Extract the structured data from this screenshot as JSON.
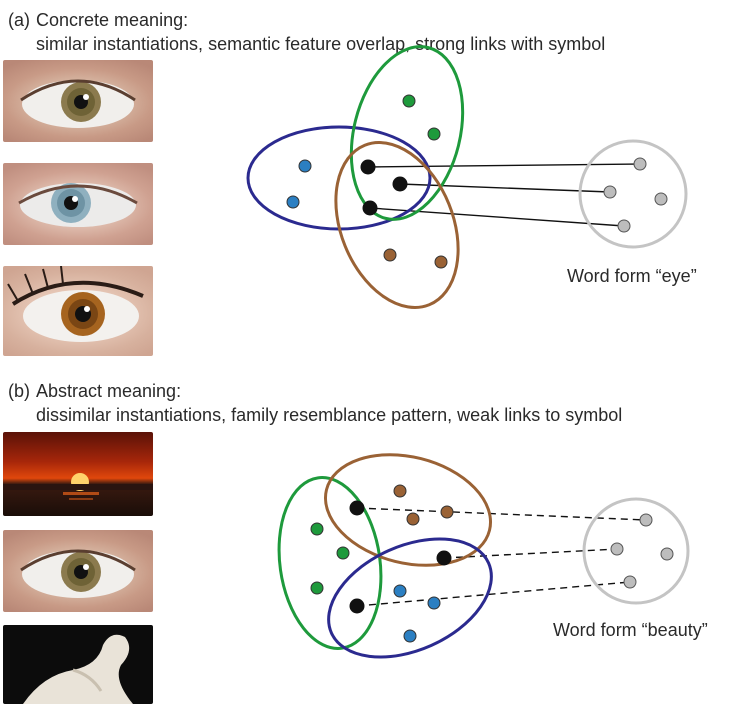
{
  "panel_a": {
    "label": "(a)",
    "title": "Concrete meaning:",
    "subtitle": "similar instantiations, semantic feature overlap, strong links with symbol",
    "word_form": "Word form “eye”",
    "images": [
      "eye photo",
      "blue eye photo",
      "brown eye photo"
    ]
  },
  "panel_b": {
    "label": "(b)",
    "title": "Abstract meaning:",
    "subtitle": "dissimilar instantiations, family resemblance pattern, weak links to symbol",
    "word_form": "Word form “beauty”",
    "images": [
      "sunset photo",
      "eye photo",
      "sculpture photo"
    ]
  },
  "colors": {
    "green": "#1e9a3c",
    "blue_ring": "#2b2a8f",
    "brown": "#9a6235",
    "dot_blue": "#2b7fc2",
    "dot_gray": "#bdbdbd",
    "ring_gray": "#c4c4c4",
    "black": "#111111"
  }
}
